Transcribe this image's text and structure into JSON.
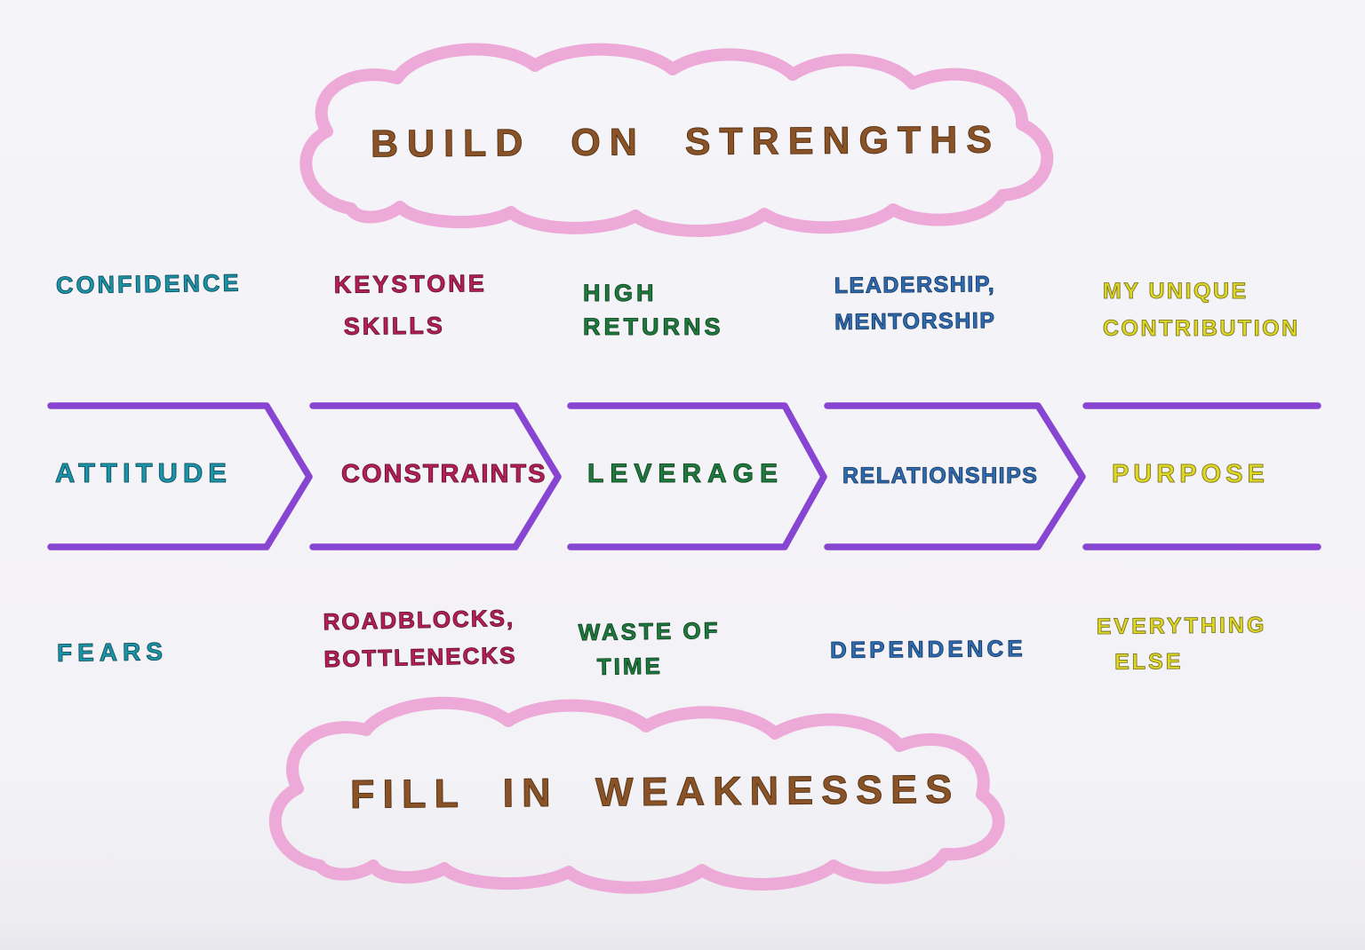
{
  "titles": {
    "top": "BUILD ON STRENGTHS",
    "bottom": "FILL IN WEAKNESSES"
  },
  "columns": [
    {
      "top": "CONFIDENCE",
      "stage": "ATTITUDE",
      "bottom": "FEARS",
      "color": "#1b93a8",
      "edge": "#0d4a55"
    },
    {
      "top": "KEYSTONE\n SKILLS",
      "stage": "CONSTRAINTS",
      "bottom": "ROADBLOCKS,\nBOTTLENECKS",
      "color": "#b51f55",
      "edge": "#5c0f2e"
    },
    {
      "top": "HIGH\nRETURNS",
      "stage": "LEVERAGE",
      "bottom": "WASTE OF\n  TIME",
      "color": "#1e7b3d",
      "edge": "#0b3d1c"
    },
    {
      "top": "LEADERSHIP,\nMENTORSHIP",
      "stage": "RELATIONSHIPS",
      "bottom": "DEPENDENCE",
      "color": "#2e6cb2",
      "edge": "#16365e"
    },
    {
      "top": "MY UNIQUE\nCONTRIBUTION",
      "stage": "PURPOSE",
      "bottom": "EVERYTHING\n  ELSE",
      "color": "#ded723",
      "edge": "#78721f"
    }
  ],
  "colors": {
    "paper": "#f4f3f7",
    "purple": "#8745d2",
    "pink": "#edaad9",
    "brown": "#8a5227",
    "brown-edge": "#4e2e10"
  }
}
